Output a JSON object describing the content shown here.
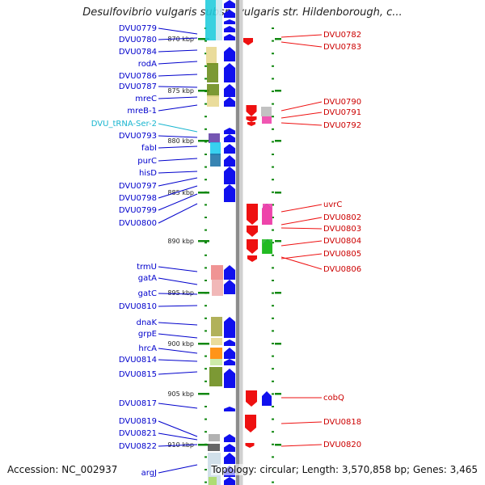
{
  "title": "Desulfovibrio vulgaris subsp. vulgaris str. Hildenborough, c...",
  "footer": {
    "accession": "Accession: NC_002937",
    "summary": "Topology: circular; Length: 3,570,858 bp; Genes: 3,465"
  },
  "colors": {
    "forward_gene": "#1010ee",
    "reverse_gene": "#ee1010",
    "rna_label": "#18b5cf",
    "axis_tick": "#118811"
  },
  "kbp_labels": [
    "870 kbp",
    "875 kbp",
    "880 kbp",
    "885 kbp",
    "890 kbp",
    "895 kbp",
    "900 kbp",
    "905 kbp",
    "910 kbp"
  ],
  "left_labels": [
    {
      "text": "DVU0779",
      "color": "#0000cc"
    },
    {
      "text": "DVU0780",
      "color": "#0000cc"
    },
    {
      "text": "DVU0784",
      "color": "#0000cc"
    },
    {
      "text": "rodA",
      "color": "#0000cc"
    },
    {
      "text": "DVU0786",
      "color": "#0000cc"
    },
    {
      "text": "DVU0787",
      "color": "#0000cc"
    },
    {
      "text": "mreC",
      "color": "#0000cc"
    },
    {
      "text": "mreB-1",
      "color": "#0000cc"
    },
    {
      "text": "DVU_tRNA-Ser-2",
      "color": "#18b5cf"
    },
    {
      "text": "DVU0793",
      "color": "#0000cc"
    },
    {
      "text": "fabI",
      "color": "#0000cc"
    },
    {
      "text": "purC",
      "color": "#0000cc"
    },
    {
      "text": "hisD",
      "color": "#0000cc"
    },
    {
      "text": "DVU0797",
      "color": "#0000cc"
    },
    {
      "text": "DVU0798",
      "color": "#0000cc"
    },
    {
      "text": "DVU0799",
      "color": "#0000cc"
    },
    {
      "text": "DVU0800",
      "color": "#0000cc"
    },
    {
      "text": "trmU",
      "color": "#0000cc"
    },
    {
      "text": "gatA",
      "color": "#0000cc"
    },
    {
      "text": "gatC",
      "color": "#0000cc"
    },
    {
      "text": "DVU0810",
      "color": "#0000cc"
    },
    {
      "text": "dnaK",
      "color": "#0000cc"
    },
    {
      "text": "grpE",
      "color": "#0000cc"
    },
    {
      "text": "hrcA",
      "color": "#0000cc"
    },
    {
      "text": "DVU0814",
      "color": "#0000cc"
    },
    {
      "text": "DVU0815",
      "color": "#0000cc"
    },
    {
      "text": "DVU0817",
      "color": "#0000cc"
    },
    {
      "text": "DVU0819",
      "color": "#0000cc"
    },
    {
      "text": "DVU0821",
      "color": "#0000cc"
    },
    {
      "text": "DVU0822",
      "color": "#0000cc"
    },
    {
      "text": "argJ",
      "color": "#0000cc"
    }
  ],
  "right_labels": [
    {
      "text": "DVU0782"
    },
    {
      "text": "DVU0783"
    },
    {
      "text": "DVU0790"
    },
    {
      "text": "DVU0791"
    },
    {
      "text": "DVU0792"
    },
    {
      "text": "uvrC"
    },
    {
      "text": "DVU0802"
    },
    {
      "text": "DVU0803"
    },
    {
      "text": "DVU0804"
    },
    {
      "text": "DVU0805"
    },
    {
      "text": "DVU0806"
    },
    {
      "text": "cobQ"
    },
    {
      "text": "DVU0818"
    },
    {
      "text": "DVU0820"
    }
  ]
}
